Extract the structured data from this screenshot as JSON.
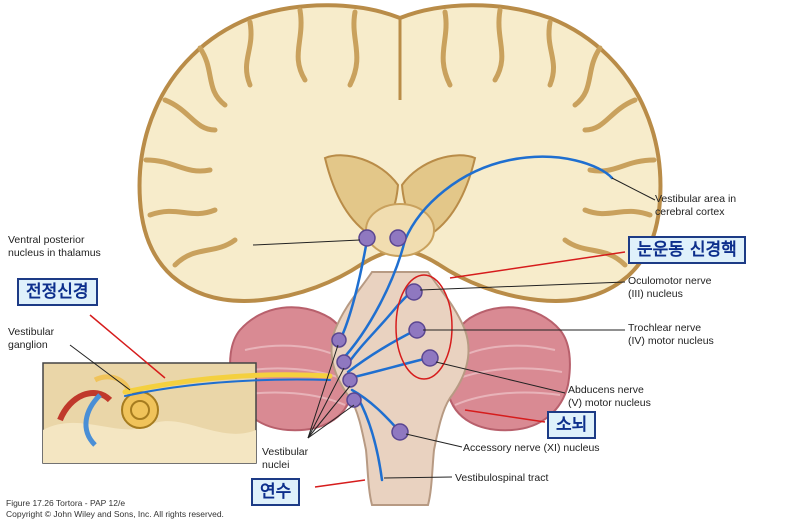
{
  "labels": {
    "vestibular_area": [
      "Vestibular area in",
      "cerebral cortex"
    ],
    "ventral_posterior": [
      "Ventral posterior",
      "nucleus in thalamus"
    ],
    "vestibular_ganglion": [
      "Vestibular",
      "ganglion"
    ],
    "oculomotor": [
      "Oculomotor nerve",
      "(III) nucleus"
    ],
    "trochlear": [
      "Trochlear nerve",
      "(IV) motor nucleus"
    ],
    "abducens": [
      "Abducens nerve",
      "(V) motor nucleus"
    ],
    "accessory": [
      "Accessory nerve (XI) nucleus"
    ],
    "vestibular_nuclei": [
      "Vestibular",
      "nuclei"
    ],
    "vestibulospinal": [
      "Vestibulospinal tract"
    ]
  },
  "korean_labels": {
    "vestibular_nerve": "전정신경",
    "oculomotor_nuclei": "눈운동 신경핵",
    "cerebellum": "소뇌",
    "medulla": "연수"
  },
  "caption": {
    "line1": "Figure 17.26  Tortora - PAP 12/e",
    "line2": "Copyright © John Wiley and Sons, Inc. All rights reserved."
  },
  "colors": {
    "white_matter": "#f7eccb",
    "gray_matter": "#e3c789",
    "pathway": "#1f6fd0",
    "nucleus": "#8f78c0",
    "cerebellum": "#d98a93",
    "brainstem": "#e9d2c0",
    "annotation_red": "#d61c1c",
    "label_box_fill": "#dff1fb",
    "label_box_border": "#1d3b86",
    "label_box_text": "#0d2f8c"
  }
}
